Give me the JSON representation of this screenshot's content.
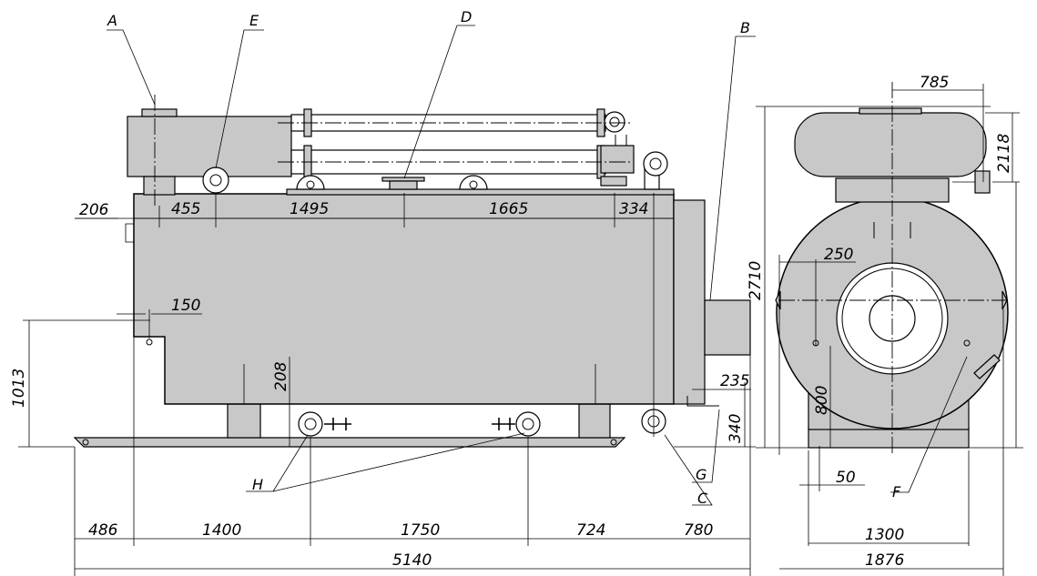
{
  "callouts": {
    "a": "A",
    "b": "B",
    "c": "C",
    "d": "D",
    "e": "E",
    "f": "F",
    "g": "G",
    "h": "H"
  },
  "side_view": {
    "dim_455": "455",
    "dim_1495": "1495",
    "dim_1665": "1665",
    "dim_334": "334",
    "dim_206": "206",
    "dim_150": "150",
    "dim_1013": "1013",
    "dim_208": "208",
    "dim_235": "235",
    "dim_340": "340",
    "dim_486": "486",
    "dim_1400": "1400",
    "dim_1750": "1750",
    "dim_724": "724",
    "dim_780": "780",
    "dim_5140": "5140"
  },
  "front_view": {
    "dim_785": "785",
    "dim_2118": "2118",
    "dim_2710": "2710",
    "dim_250": "250",
    "dim_800": "800",
    "dim_50": "50",
    "dim_1300": "1300",
    "dim_1876": "1876"
  },
  "colors": {
    "body_fill": "#c8c8c8",
    "line": "#000000",
    "background": "#ffffff"
  }
}
